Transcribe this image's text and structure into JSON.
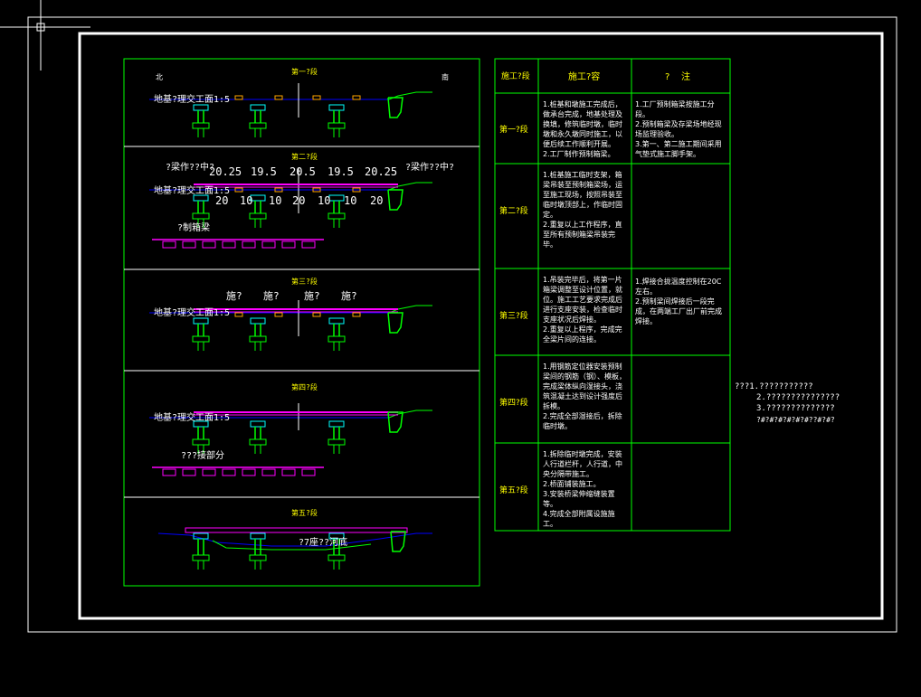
{
  "drawing": {
    "north_label": "北",
    "south_label": "南",
    "section_label": "地基?理交工面1:5",
    "panels": [
      {
        "title": "第一?段"
      },
      {
        "title": "第二?段",
        "dims_top": [
          "20.25",
          "19.5",
          "20.5",
          "19.5",
          "20.25"
        ],
        "dims_bottom": [
          "20",
          "10",
          "10",
          "20",
          "10",
          "10",
          "20"
        ],
        "left_note": "?梁作??中?",
        "right_note": "?梁作??中?",
        "beam_label": "?制箱梁"
      },
      {
        "title": "第三?段",
        "marks": [
          "施?",
          "施?",
          "施?",
          "施?"
        ]
      },
      {
        "title": "第四?段",
        "beam_label": "???接部分"
      },
      {
        "title": "第五?段",
        "river_label": "?7座??河底"
      }
    ]
  },
  "table": {
    "headers": [
      "施工?段",
      "施工?容",
      "?    注"
    ],
    "rows": [
      {
        "stage": "第一?段",
        "content": "1.桩基和墩施工完成后，做承台完成，地基处理及换填，修筑临时墩，临时墩和永久墩同时施工，以便后续工作顺利开展。\n2.工厂制作预制箱梁。",
        "note": "1.工厂预制箱梁按施工分段。\n2.预制箱梁及存梁场地经现场监理验收。\n3.第一、第二施工期间采用气垫式施工脚手架。"
      },
      {
        "stage": "第二?段",
        "content": "1.桩基施工临时支架，箱梁吊装至预制箱梁场，运至施工现场，按照吊装至临时墩顶部上，作临时固定。\n2.重复以上工作程序，直至所有预制箱梁吊装完毕。",
        "note": ""
      },
      {
        "stage": "第三?段",
        "content": "1.吊装完毕后，将第一片箱梁调整至设计位置，就位。施工工艺要求完成后进行支座安装，检查临时支座状况后焊接。\n2.重复以上程序，完成完全梁片间的连接。",
        "note": "1.焊接合拢温度控制在20C左右。\n2.预制梁间焊接后一段完成，在两端工厂出厂前完成焊接。"
      },
      {
        "stage": "第四?段",
        "content": "1.用钢筋定位器安装预制梁间的钢筋（钢）、模板，完成梁体纵向湿接头，浇筑混凝土达到设计强度后拆模。\n2.完成全部湿接后，拆除临时墩。",
        "note": ""
      },
      {
        "stage": "第五?段",
        "content": "1.拆除临时墩完成，安装人行道栏杆，人行道，中央分隔带施工。\n2.桥面铺装施工。\n3.安装桥梁伸缩缝装置等。\n4.完成全部附属设施施工。",
        "note": ""
      }
    ]
  },
  "notes": {
    "lines": [
      "???1.???????????",
      "2.???????????????",
      "3.??????????????",
      "?#?#?#?#?#?#??#?#?"
    ]
  },
  "colors": {
    "frame": "#ffffff",
    "panel_border": "#00ff00",
    "table_border": "#00ff00",
    "deck": "#ff00ff",
    "pier": "#00ff00",
    "ground": "#0000ff",
    "bearing": "#ffa500",
    "text_yellow": "#ffff00",
    "pier_cap": "#00ffff"
  }
}
